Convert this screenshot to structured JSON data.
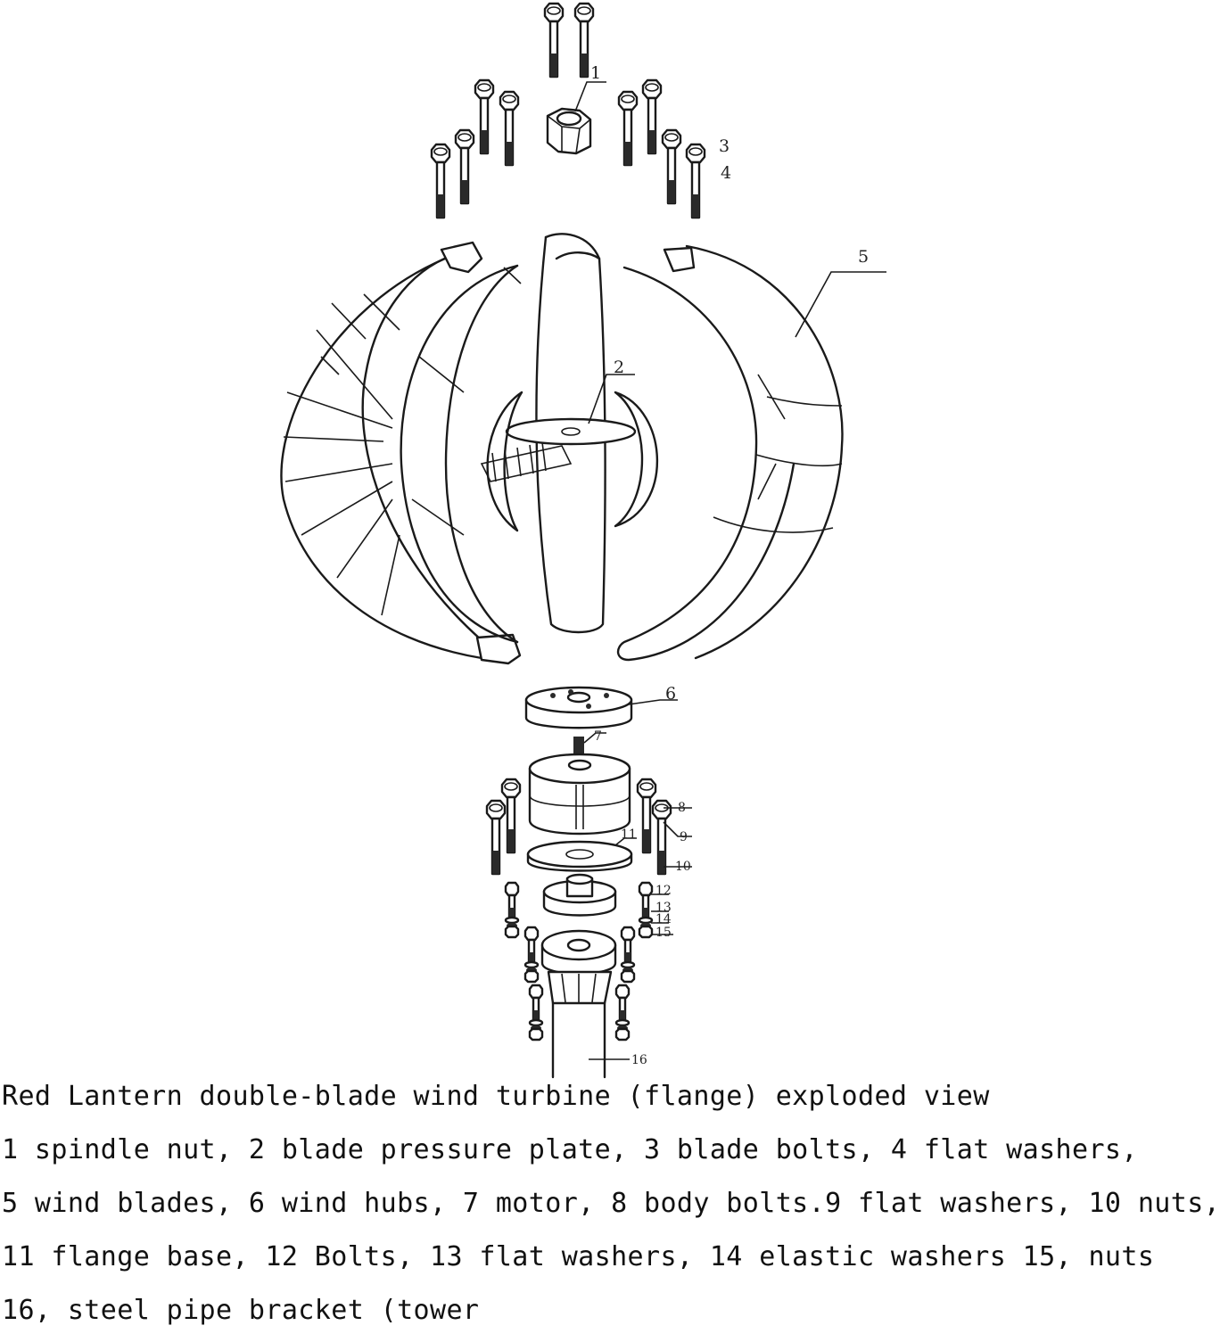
{
  "diagram": {
    "callouts": [
      "1",
      "2",
      "3",
      "4",
      "5",
      "6",
      "7",
      "8",
      "9",
      "10",
      "11",
      "12",
      "13",
      "14",
      "15",
      "16"
    ]
  },
  "caption": {
    "title": "Red Lantern double-blade wind turbine (flange) exploded view",
    "lines": [
      "1 spindle nut, 2 blade pressure plate, 3 blade bolts, 4 flat washers,",
      "5 wind blades, 6 wind hubs, 7 motor, 8 body bolts.9 flat washers, 10 nuts,",
      "11 flange base, 12 Bolts, 13 flat washers, 14 elastic washers 15, nuts",
      "16, steel pipe bracket (tower"
    ]
  }
}
